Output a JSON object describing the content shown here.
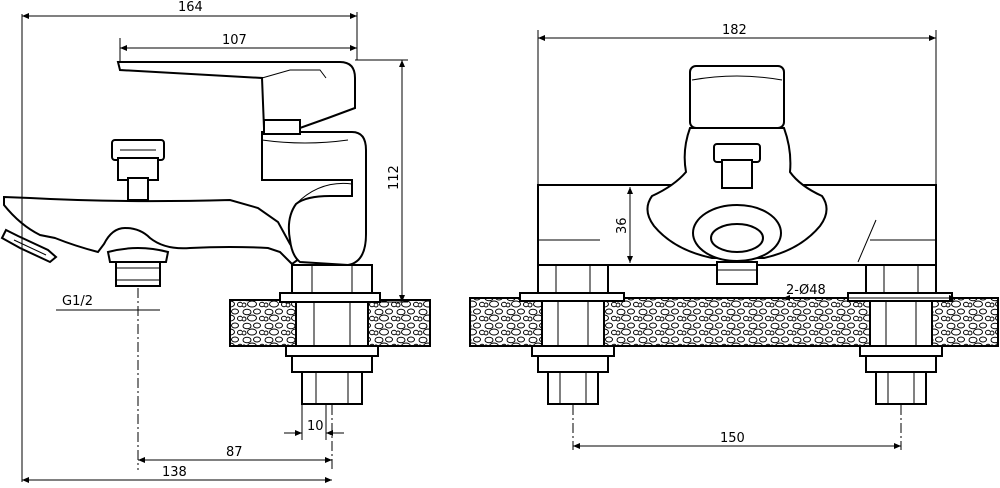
{
  "drawing": {
    "side_view": {
      "dim_total_width": "164",
      "dim_lever_width": "107",
      "dim_height": "112",
      "dim_thread": "G1/2",
      "dim_nut": "10",
      "dim_spout_to_center": "87",
      "dim_spout_to_rear": "138"
    },
    "front_view": {
      "dim_total_width": "182",
      "dim_body_height": "36",
      "dim_holes": "2-Ø48",
      "dim_center_distance": "150"
    }
  }
}
